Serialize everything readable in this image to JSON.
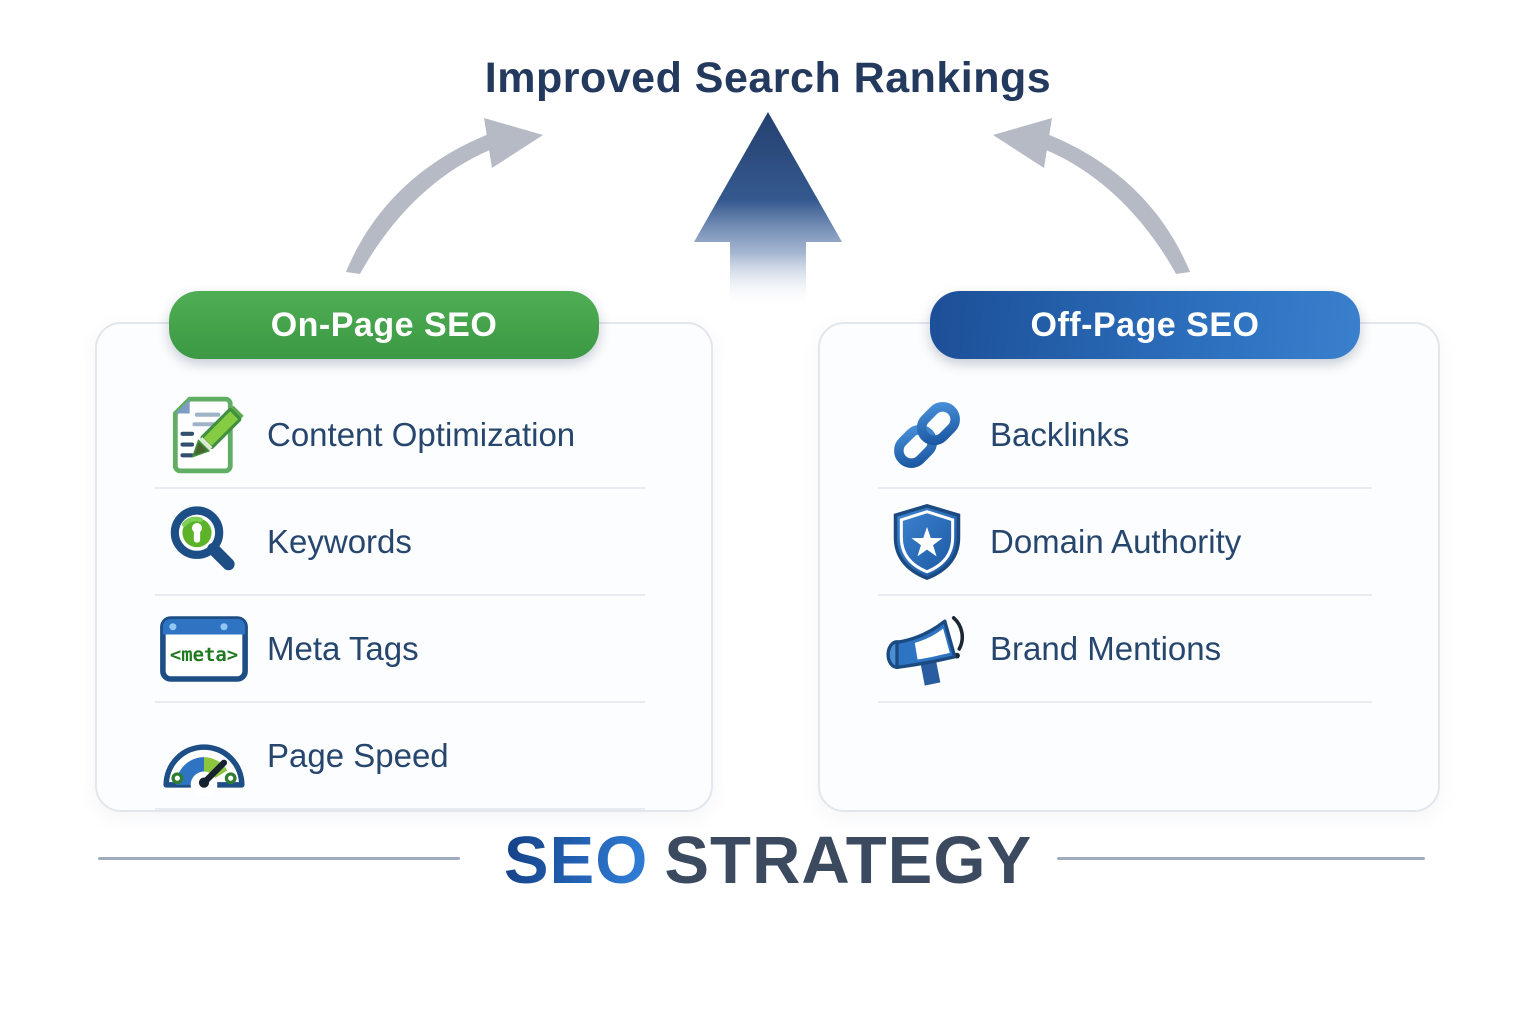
{
  "title": "Improved Search Rankings",
  "panels": {
    "on_page": {
      "header": "On-Page SEO",
      "header_color": "#3f9e46",
      "items": [
        {
          "label": "Content Optimization",
          "icon": "document-pencil-icon"
        },
        {
          "label": "Keywords",
          "icon": "magnifier-key-icon"
        },
        {
          "label": "Meta Tags",
          "icon": "browser-meta-icon"
        },
        {
          "label": "Page Speed",
          "icon": "speedometer-icon"
        }
      ]
    },
    "off_page": {
      "header": "Off-Page SEO",
      "header_color": "#2a69b2",
      "items": [
        {
          "label": "Backlinks",
          "icon": "chain-link-icon"
        },
        {
          "label": "Domain Authority",
          "icon": "shield-star-icon"
        },
        {
          "label": "Brand Mentions",
          "icon": "megaphone-icon"
        }
      ]
    }
  },
  "meta_icon_text": "<meta>",
  "footer": {
    "brand": "SEO",
    "rest": "STRATEGY"
  },
  "colors": {
    "title_navy": "#23395d",
    "item_text_navy": "#27466e",
    "green_pill": "#3f9e46",
    "blue_pill": "#2a69b2",
    "center_arrow_blue": "#27477c",
    "curve_arrow_gray": "#b6bac5",
    "seo_gradient_blue": "#1e57a8",
    "strategy_slate": "#3b4a5f"
  }
}
